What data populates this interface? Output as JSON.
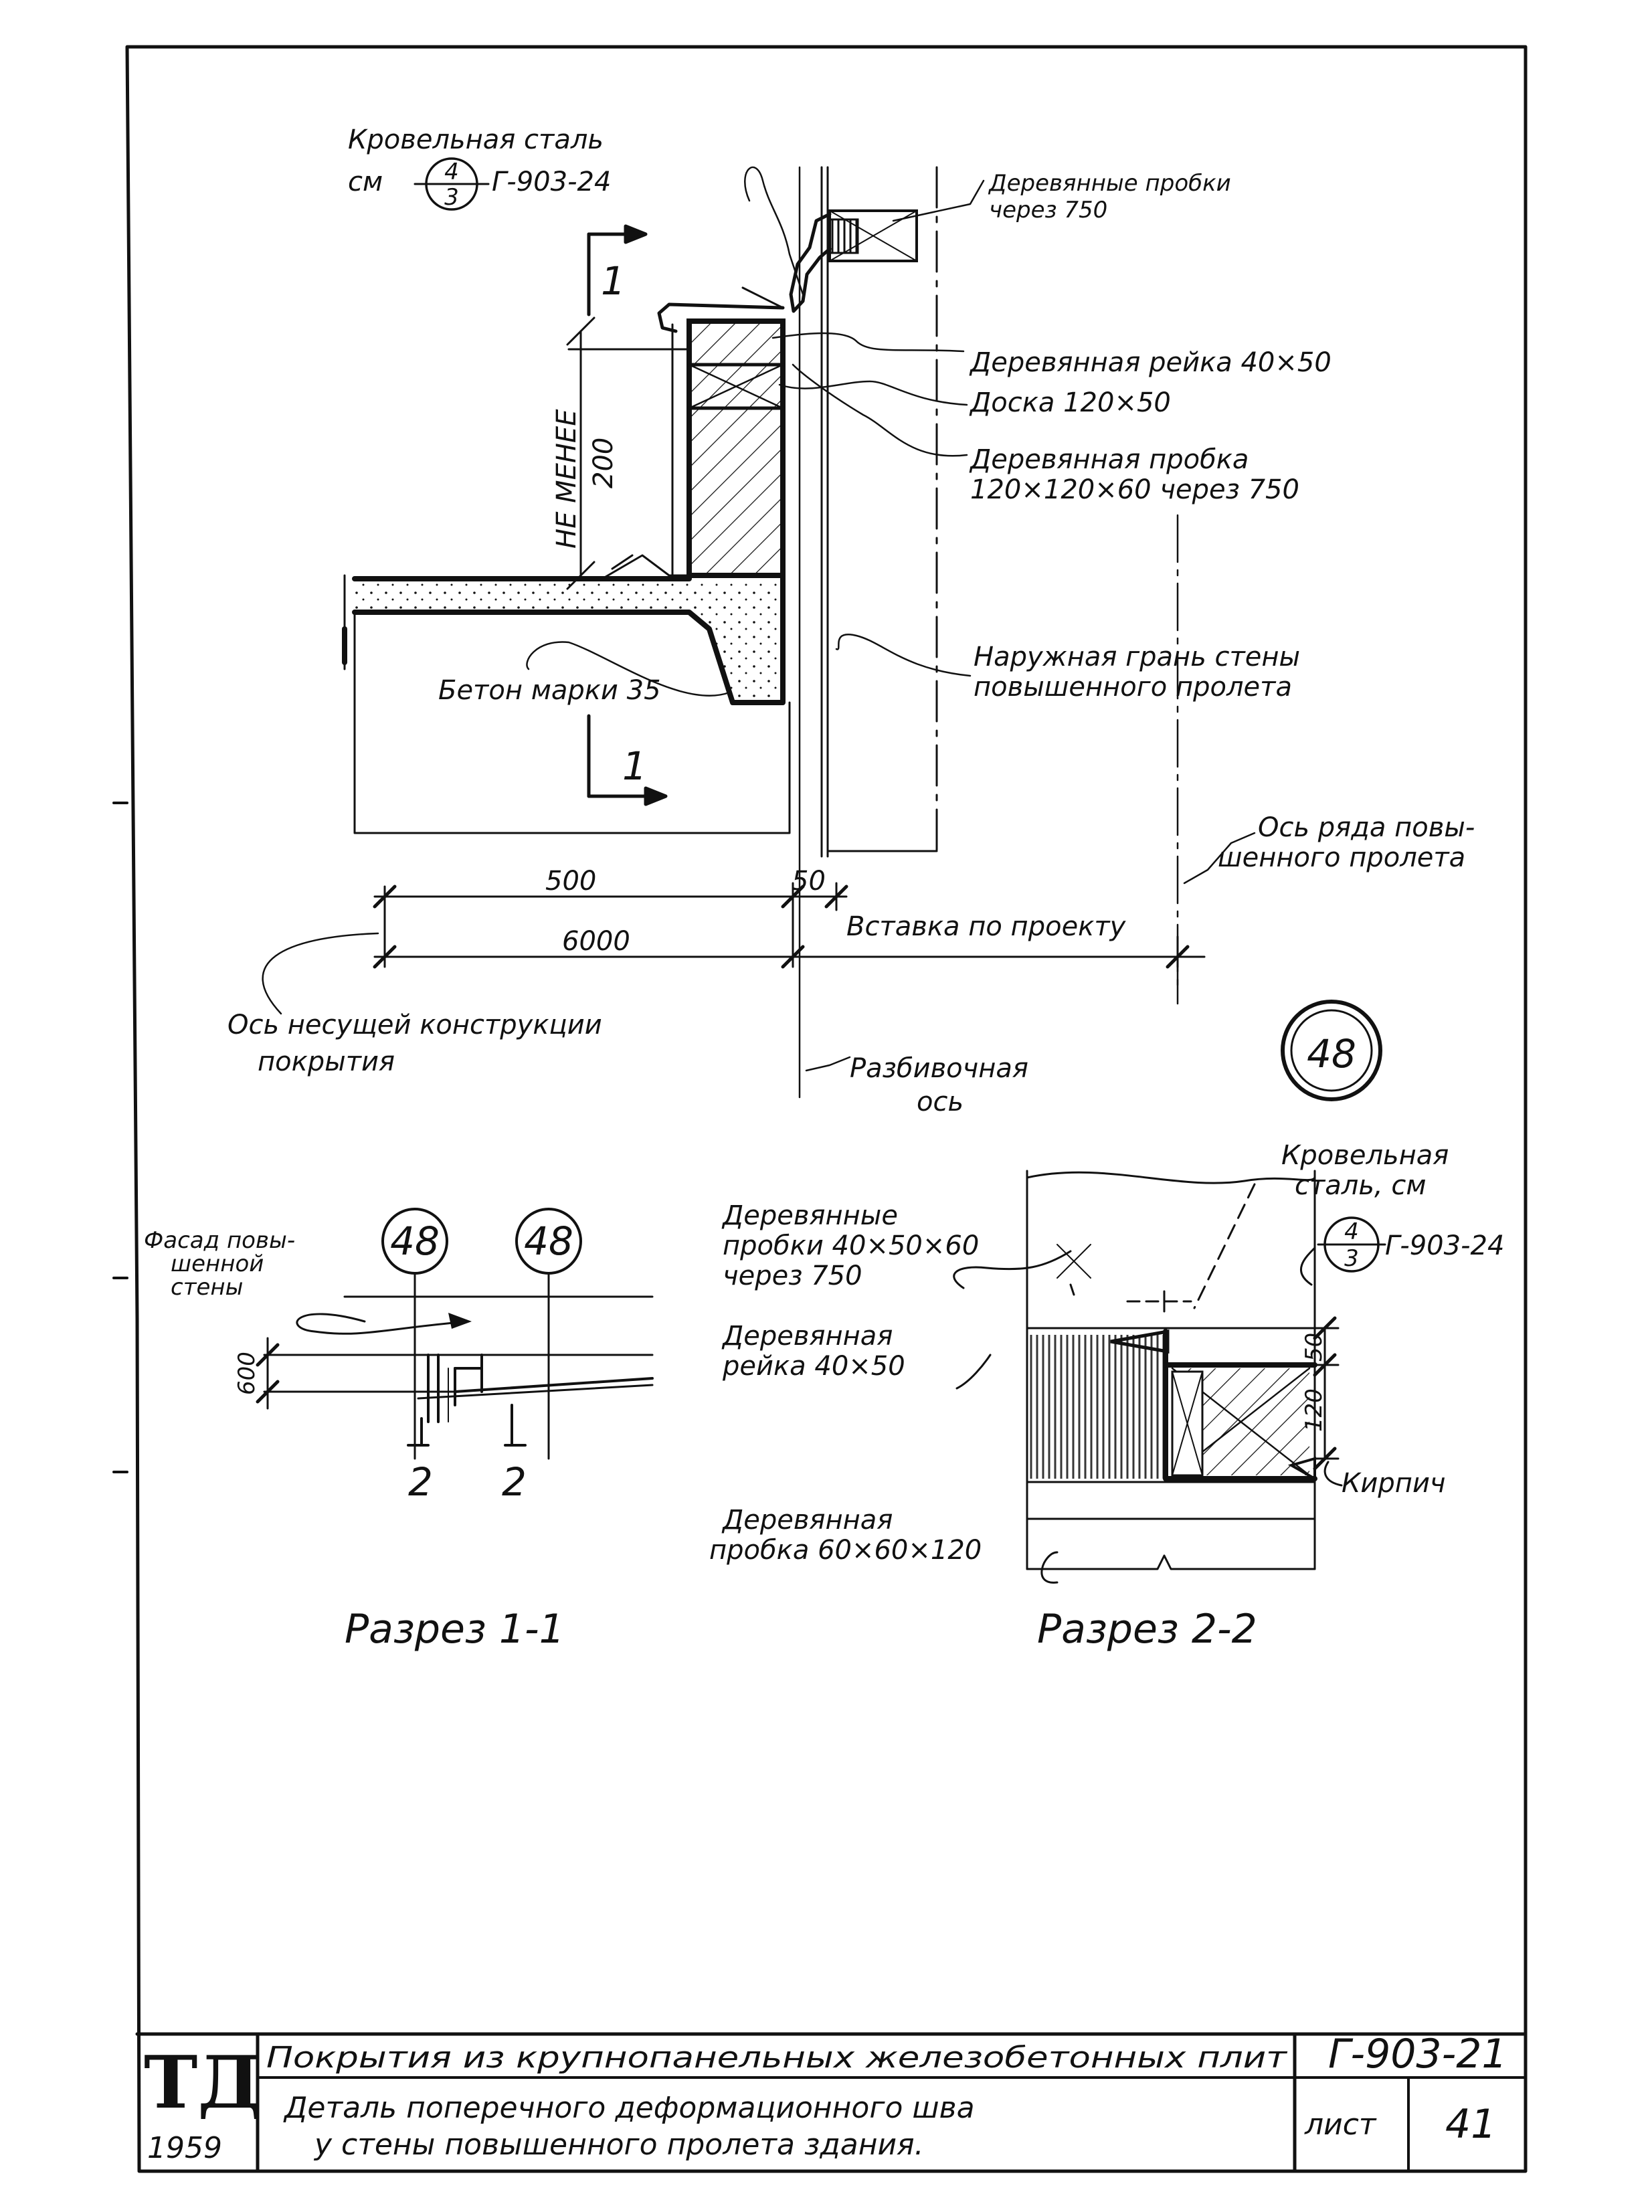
{
  "labels": {
    "roof_steel_a": "Кровельная сталь",
    "roof_steel_b_see": "см",
    "roof_steel_b_num": "4",
    "roof_steel_b_den": "3",
    "roof_steel_b_doc": "Г-903-24",
    "wood_plugs_top_1": "Деревянные пробки",
    "wood_plugs_top_2": "через 750",
    "section_mark_top": "1",
    "section_mark_bottom": "1",
    "not_less_1": "НЕ МЕНЕЕ",
    "not_less_2": "200",
    "wood_batten": "Деревянная рейка 40×50",
    "board": "Доска 120×50",
    "wood_plug_big_1": "Деревянная пробка",
    "wood_plug_big_2": "120×120×60  через 750",
    "outer_face_1": "Наружная грань стены",
    "outer_face_2": "повышенного пролета",
    "concrete": "Бетон марки 35",
    "row_axis_1": "Ось ряда повы-",
    "row_axis_2": "шенного пролета",
    "dim_500": "500",
    "dim_50": "50",
    "dim_6000": "6000",
    "insert": "Вставка по проекту",
    "bearing_axis_1": "Ось несущей конструкции",
    "bearing_axis_2": "покрытия",
    "layout_axis_1": "Разбивочная",
    "layout_axis_2": "ось",
    "node_number": "48"
  },
  "section_1": {
    "facade_1": "Фасад повы-",
    "facade_2": "шенной",
    "facade_3": "стены",
    "node_a": "48",
    "node_b": "48",
    "dim_600": "600",
    "cut_a": "2",
    "cut_b": "2",
    "title": "Разрез 1-1"
  },
  "section_2": {
    "roof_steel_1": "Кровельная",
    "roof_steel_2": "сталь, см",
    "ref_num": "4",
    "ref_den": "3",
    "ref_doc": "Г-903-24",
    "plugs_1": "Деревянные",
    "plugs_2": "пробки 40×50×60",
    "plugs_3": "через 750",
    "batten_1": "Деревянная",
    "batten_2": "рейка 40×50",
    "dim_50": "50",
    "dim_120": "120",
    "brick": "Кирпич",
    "plug_1": "Деревянная",
    "plug_2": "пробка 60×60×120",
    "title": "Разрез 2-2"
  },
  "title_block": {
    "logo": "ТД",
    "year": "1959",
    "series": "Покрытия из крупнопанельных железобетонных плит",
    "drawing_title_1": "Деталь поперечного деформационного шва",
    "drawing_title_2": "у стены повышенного пролета здания.",
    "doc_code": "Г-903-21",
    "sheet_label": "лист",
    "sheet_number": "41"
  }
}
